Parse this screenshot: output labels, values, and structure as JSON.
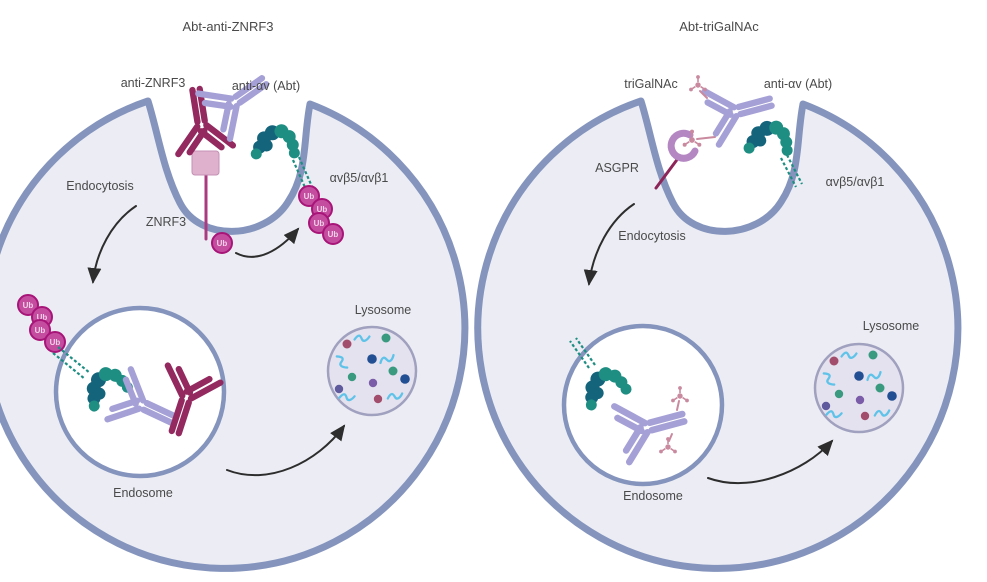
{
  "figure": {
    "type": "cell-mechanism-diagram",
    "panels": [
      {
        "id": "abt-anti-znrf3",
        "title": "Abt-anti-ZNRF3",
        "labels": {
          "targeting_antibody": "anti-ZNRF3",
          "abt_antibody": "anti-αv (Abt)",
          "integrin": "αvβ5/αvβ1",
          "endocytosis": "Endocytosis",
          "receptor": "ZNRF3",
          "ubiquitin": "Ub",
          "lysosome": "Lysosome",
          "endosome": "Endosome"
        }
      },
      {
        "id": "abt-trigalnac",
        "title": "Abt-triGalNAc",
        "labels": {
          "ligand": "triGalNAc",
          "abt_antibody": "anti-αv (Abt)",
          "receptor": "ASGPR",
          "integrin": "αvβ5/αvβ1",
          "endocytosis": "Endocytosis",
          "lysosome": "Lysosome",
          "endosome": "Endosome"
        }
      }
    ],
    "colors": {
      "membrane": "#8494bd",
      "cell_fill": "#ecedf4",
      "lysosome_fill": "#e4e2ee",
      "lysosome_stroke": "#a0a0bf",
      "antibody_maroon": "#93295f",
      "antibody_purple": "#a5a0d6",
      "integrin_dark": "#14647c",
      "integrin_green": "#1e8e83",
      "ubiquitin_fill": "#c44da0",
      "ubiquitin_stroke": "#a81578",
      "ubiquitin_text": "#f2d3e8",
      "znrf3_square": "#e0b1cd",
      "znrf3_stalk": "#aa3b80",
      "asgpr": "#b487c2",
      "asgpr_stalk": "#8e2559",
      "galnac": "#c9899f",
      "squiggle": "#5fc3e9",
      "dot_navy": "#224f93",
      "dot_green": "#3a9a80",
      "dot_maroon": "#a34d6d",
      "dot_purple": "#7a5ca8",
      "dot_violet": "#5f5a9e",
      "arrow": "#2d2d2d",
      "label_text": "#4a4a4a"
    }
  }
}
